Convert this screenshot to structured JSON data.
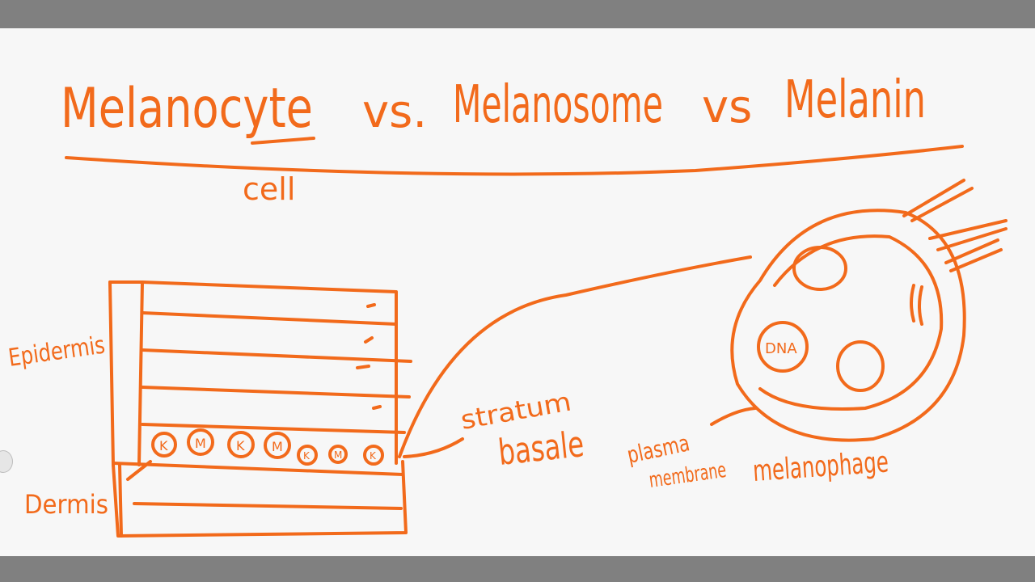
{
  "colors": {
    "ink": "#f26a1b",
    "bars": "#808080",
    "paper": "#f7f7f7"
  },
  "title": {
    "melanocyte": "Melanocyte",
    "vs1": "vs.",
    "melanosome": "Melanosome",
    "vs2": "vs",
    "melanin": "Melanin"
  },
  "annotations": {
    "cell": "cell",
    "epidermis": "Epidermis",
    "dermis": "Dermis",
    "stratum": "stratum",
    "basale": "basale",
    "plasma": "plasma",
    "membrane": "membrane",
    "melanosome_label": "melanophage"
  },
  "cells": {
    "basal_row": [
      "K",
      "M",
      "K",
      "M",
      "K",
      "M",
      "K"
    ],
    "nucleus": "DNA"
  }
}
